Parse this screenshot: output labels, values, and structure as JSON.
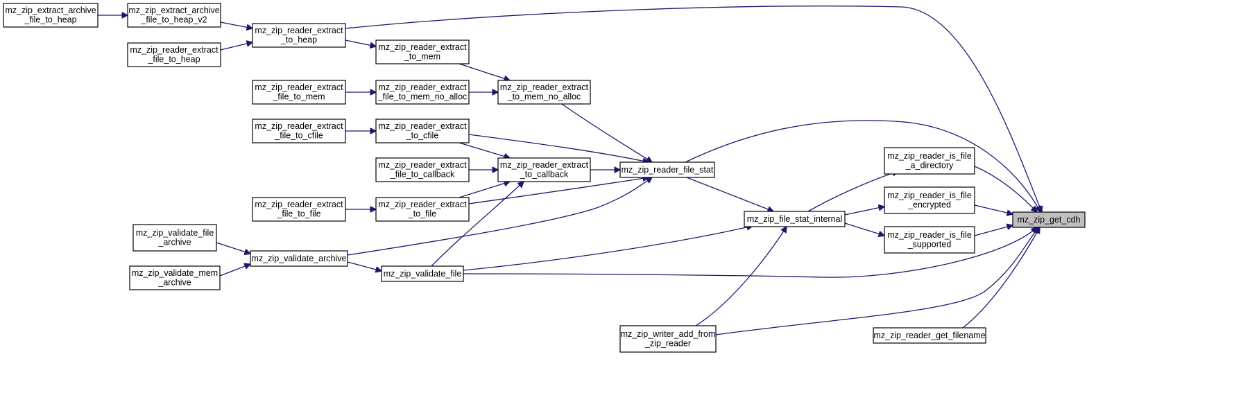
{
  "graph": {
    "nodes": [
      {
        "id": "extract_archive_file_to_heap",
        "lines": [
          "mz_zip_extract_archive",
          "_file_to_heap"
        ]
      },
      {
        "id": "extract_archive_file_to_heap_v2",
        "lines": [
          "mz_zip_extract_archive",
          "_file_to_heap_v2"
        ]
      },
      {
        "id": "reader_extract_to_heap",
        "lines": [
          "mz_zip_reader_extract",
          "_to_heap"
        ]
      },
      {
        "id": "reader_extract_file_to_heap",
        "lines": [
          "mz_zip_reader_extract",
          "_file_to_heap"
        ]
      },
      {
        "id": "reader_extract_to_mem",
        "lines": [
          "mz_zip_reader_extract",
          "_to_mem"
        ]
      },
      {
        "id": "reader_extract_file_to_mem",
        "lines": [
          "mz_zip_reader_extract",
          "_file_to_mem"
        ]
      },
      {
        "id": "reader_extract_file_to_mem_no_alloc",
        "lines": [
          "mz_zip_reader_extract",
          "_file_to_mem_no_alloc"
        ]
      },
      {
        "id": "reader_extract_to_mem_no_alloc",
        "lines": [
          "mz_zip_reader_extract",
          "_to_mem_no_alloc"
        ]
      },
      {
        "id": "reader_extract_file_to_cfile",
        "lines": [
          "mz_zip_reader_extract",
          "_file_to_cfile"
        ]
      },
      {
        "id": "reader_extract_to_cfile",
        "lines": [
          "mz_zip_reader_extract",
          "_to_cfile"
        ]
      },
      {
        "id": "reader_extract_file_to_callback",
        "lines": [
          "mz_zip_reader_extract",
          "_file_to_callback"
        ]
      },
      {
        "id": "reader_extract_to_callback",
        "lines": [
          "mz_zip_reader_extract",
          "_to_callback"
        ]
      },
      {
        "id": "reader_file_stat",
        "lines": [
          "mz_zip_reader_file_stat"
        ]
      },
      {
        "id": "reader_extract_file_to_file",
        "lines": [
          "mz_zip_reader_extract",
          "_file_to_file"
        ]
      },
      {
        "id": "reader_extract_to_file",
        "lines": [
          "mz_zip_reader_extract",
          "_to_file"
        ]
      },
      {
        "id": "validate_file_archive",
        "lines": [
          "mz_zip_validate_file",
          "_archive"
        ]
      },
      {
        "id": "validate_archive",
        "lines": [
          "mz_zip_validate_archive"
        ]
      },
      {
        "id": "validate_mem_archive",
        "lines": [
          "mz_zip_validate_mem",
          "_archive"
        ]
      },
      {
        "id": "validate_file",
        "lines": [
          "mz_zip_validate_file"
        ]
      },
      {
        "id": "file_stat_internal",
        "lines": [
          "mz_zip_file_stat_internal"
        ]
      },
      {
        "id": "writer_add_from_zip_reader",
        "lines": [
          "mz_zip_writer_add_from",
          "_zip_reader"
        ]
      },
      {
        "id": "reader_is_file_a_directory",
        "lines": [
          "mz_zip_reader_is_file",
          "_a_directory"
        ]
      },
      {
        "id": "reader_is_file_encrypted",
        "lines": [
          "mz_zip_reader_is_file",
          "_encrypted"
        ]
      },
      {
        "id": "reader_is_file_supported",
        "lines": [
          "mz_zip_reader_is_file",
          "_supported"
        ]
      },
      {
        "id": "reader_get_filename",
        "lines": [
          "mz_zip_reader_get_filename"
        ]
      },
      {
        "id": "get_cdh",
        "lines": [
          "mz_zip_get_cdh"
        ],
        "focus": true
      }
    ],
    "edges": [
      {
        "from": "extract_archive_file_to_heap",
        "to": "extract_archive_file_to_heap_v2"
      },
      {
        "from": "extract_archive_file_to_heap_v2",
        "to": "reader_extract_to_heap"
      },
      {
        "from": "reader_extract_file_to_heap",
        "to": "reader_extract_to_heap"
      },
      {
        "from": "reader_extract_to_heap",
        "to": "get_cdh"
      },
      {
        "from": "reader_extract_to_heap",
        "to": "reader_extract_to_mem"
      },
      {
        "from": "reader_extract_to_mem",
        "to": "reader_extract_to_mem_no_alloc"
      },
      {
        "from": "reader_extract_file_to_mem",
        "to": "reader_extract_file_to_mem_no_alloc"
      },
      {
        "from": "reader_extract_file_to_mem_no_alloc",
        "to": "reader_extract_to_mem_no_alloc"
      },
      {
        "from": "reader_extract_to_mem_no_alloc",
        "to": "reader_file_stat"
      },
      {
        "from": "reader_extract_file_to_cfile",
        "to": "reader_extract_to_cfile"
      },
      {
        "from": "reader_extract_to_cfile",
        "to": "reader_file_stat"
      },
      {
        "from": "reader_extract_to_cfile",
        "to": "reader_extract_to_callback"
      },
      {
        "from": "reader_extract_file_to_callback",
        "to": "reader_extract_to_callback"
      },
      {
        "from": "reader_extract_to_callback",
        "to": "reader_file_stat"
      },
      {
        "from": "reader_extract_file_to_file",
        "to": "reader_extract_to_file"
      },
      {
        "from": "reader_extract_to_file",
        "to": "reader_extract_to_callback"
      },
      {
        "from": "reader_extract_to_file",
        "to": "reader_file_stat"
      },
      {
        "from": "validate_file_archive",
        "to": "validate_archive"
      },
      {
        "from": "validate_mem_archive",
        "to": "validate_archive"
      },
      {
        "from": "validate_archive",
        "to": "validate_file"
      },
      {
        "from": "validate_archive",
        "to": "reader_file_stat"
      },
      {
        "from": "validate_file",
        "to": "reader_extract_to_callback"
      },
      {
        "from": "validate_file",
        "to": "file_stat_internal"
      },
      {
        "from": "validate_file",
        "to": "get_cdh"
      },
      {
        "from": "reader_file_stat",
        "to": "file_stat_internal"
      },
      {
        "from": "reader_file_stat",
        "to": "get_cdh"
      },
      {
        "from": "file_stat_internal",
        "to": "reader_is_file_a_directory"
      },
      {
        "from": "file_stat_internal",
        "to": "reader_is_file_encrypted"
      },
      {
        "from": "file_stat_internal",
        "to": "reader_is_file_supported"
      },
      {
        "from": "writer_add_from_zip_reader",
        "to": "file_stat_internal"
      },
      {
        "from": "writer_add_from_zip_reader",
        "to": "get_cdh"
      },
      {
        "from": "reader_is_file_a_directory",
        "to": "get_cdh"
      },
      {
        "from": "reader_is_file_encrypted",
        "to": "get_cdh"
      },
      {
        "from": "reader_is_file_supported",
        "to": "get_cdh"
      },
      {
        "from": "reader_get_filename",
        "to": "get_cdh"
      }
    ]
  }
}
